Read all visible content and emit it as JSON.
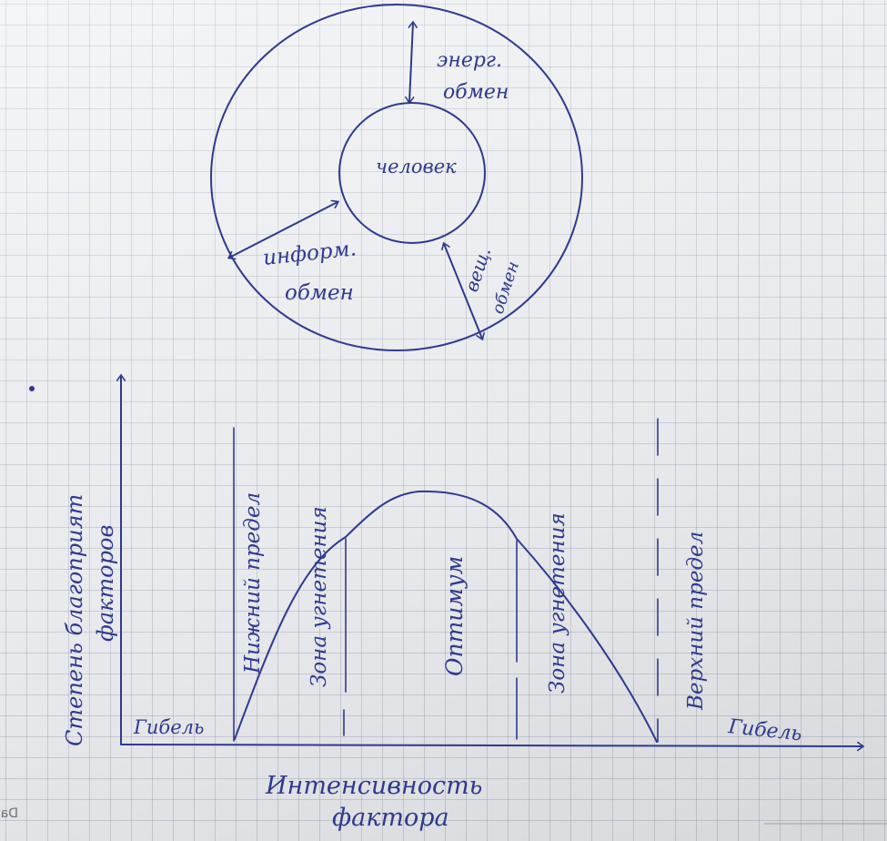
{
  "diagram": {
    "center_label": "человек",
    "arrows": [
      {
        "line1": "энерг.",
        "line2": "обмен"
      },
      {
        "line1": "информ.",
        "line2": "обмен"
      },
      {
        "line1": "вещ.",
        "line2": "обмен"
      }
    ]
  },
  "chart": {
    "y_label_line1": "Степень благоприят",
    "y_label_line2": "факторов",
    "x_label_line1": "Интенсивность",
    "x_label_line2": "фактора",
    "zones": {
      "death_left": "Гибель",
      "lower_limit": "Нижний предел",
      "stress_left": "Зона угнетения",
      "optimum": "Оптимум",
      "stress_right": "Зона угнетения",
      "upper_limit": "Верхний предел",
      "death_right": "Гибель"
    }
  },
  "page": {
    "footer_text": "Date ...."
  }
}
